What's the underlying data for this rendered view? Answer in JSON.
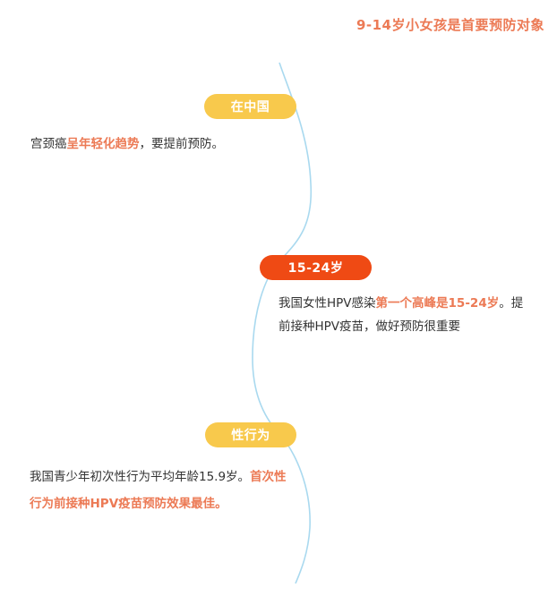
{
  "header": {
    "title": "9-14岁小女孩是首要预防对象"
  },
  "sections": [
    {
      "tag": "在中国",
      "tag_color": "#f8c94c",
      "text_plain_1": "宫颈癌",
      "text_highlight": "呈年轻化趋势",
      "text_plain_2": "，要提前预防。"
    },
    {
      "tag": "15-24岁",
      "tag_color": "#ef4a14",
      "text_plain_1": "我国女性HPV感染",
      "text_highlight": "第一个高峰是15-24岁",
      "text_plain_2": "。提前接种HPV疫苗，做好预防很重要"
    },
    {
      "tag": "性行为",
      "tag_color": "#f8c94c",
      "text_plain_1": "我国青少年初次性行为平均年龄15.9岁。",
      "text_highlight": "首次性行为前接种HPV疫苗预防效果最佳。",
      "text_plain_2": ""
    }
  ],
  "colors": {
    "accent": "#ec7a55",
    "line": "#a9d9ef",
    "yellow": "#f8c94c",
    "orange_red": "#ef4a14"
  }
}
